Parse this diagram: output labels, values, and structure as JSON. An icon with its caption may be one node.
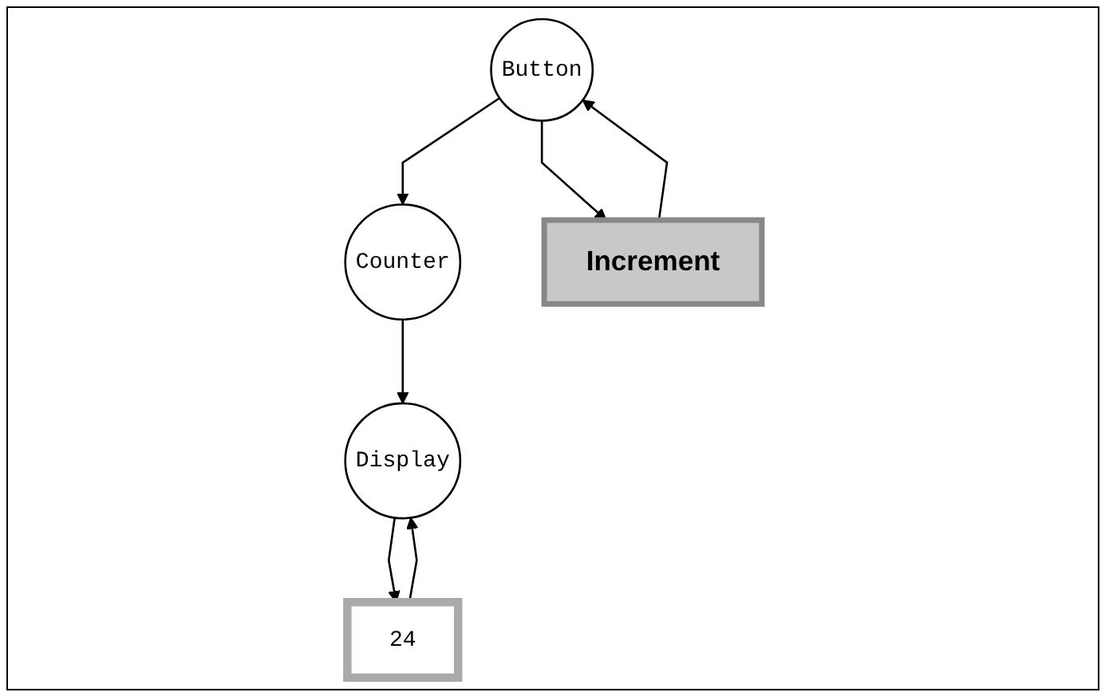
{
  "diagram": {
    "nodes": [
      {
        "text": [
          "Counter"
        ]
      },
      {
        "text": [
          "Display"
        ]
      },
      {
        "text": [
          "Button"
        ]
      },
      {
        "text": [
          "24"
        ]
      },
      {
        "text": [
          "Increment"
        ]
      }
    ],
    "edges": [
      {
        "from": 0,
        "to": 1,
        "arrow": "to"
      },
      {
        "from": 2,
        "to": 0,
        "arrow": "to"
      },
      {
        "from": 1,
        "to": 3,
        "arrow": "to"
      },
      {
        "from": 3,
        "to": 1,
        "arrow": "to"
      },
      {
        "from": 2,
        "to": 4,
        "arrow": "to"
      },
      {
        "from": 4,
        "to": 2,
        "arrow": "to"
      }
    ]
  }
}
